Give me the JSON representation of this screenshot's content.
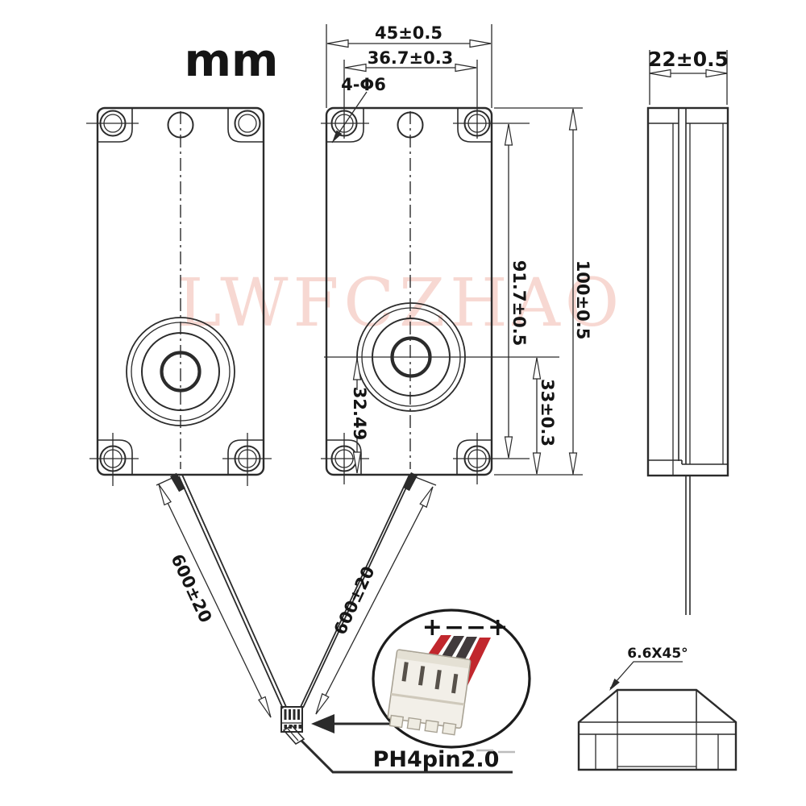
{
  "drawing": {
    "units_label": "mm",
    "watermark": "LWFCZHAO",
    "front_view_dims": {
      "width": "45±0.5",
      "hole_pitch_horizontal": "36.7±0.3",
      "mounting_holes": "4-Φ6",
      "height": "100±0.5",
      "hole_pitch_vertical": "91.7±0.5",
      "cone_center_to_bottom": "33±0.3",
      "cone_center_inner": "32.49"
    },
    "side_view_dims": {
      "depth": "22±0.5"
    },
    "wire_dims": {
      "left_wire_length": "600±20",
      "right_wire_length": "600±20"
    },
    "chamfer_view_dims": {
      "chamfer": "6.6X45°"
    },
    "connector": {
      "label": "PH4pin2.0",
      "polarity_marks": "+−−+"
    },
    "colors": {
      "line": "#2b2b2b",
      "wire_red": "#c1272d",
      "wire_dark": "#413a3c",
      "watermark_pink": "#f7d8d2"
    }
  }
}
